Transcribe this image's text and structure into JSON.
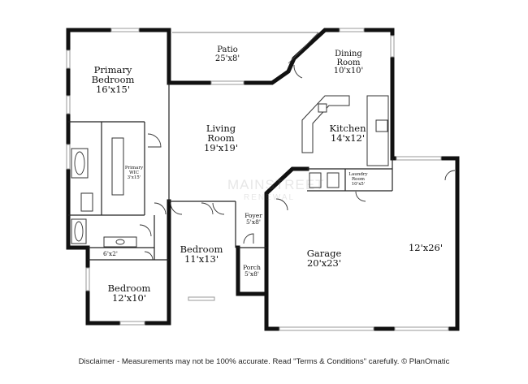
{
  "rooms": {
    "primary_bedroom": {
      "name": "Primary\nBedroom",
      "size": "16'x15'"
    },
    "patio": {
      "name": "Patio",
      "size": "25'x8'"
    },
    "dining_room": {
      "name": "Dining\nRoom",
      "size": "10'x10'"
    },
    "living_room": {
      "name": "Living\nRoom",
      "size": "19'x19'"
    },
    "kitchen": {
      "name": "Kitchen",
      "size": "14'x12'"
    },
    "primary_wic": {
      "name": "Primary\nWIC",
      "size": "3'x15'"
    },
    "laundry_room": {
      "name": "Laundry\nRoom",
      "size": "10'x5'"
    },
    "foyer": {
      "name": "Foyer",
      "size": "5'x8'"
    },
    "bedroom_1": {
      "name": "Bedroom",
      "size": "11'x13'"
    },
    "garage": {
      "name": "Garage",
      "size": "20'x23'"
    },
    "garage_extension": {
      "size": "12'x26'"
    },
    "bath_closet": {
      "size": "6'x2'"
    },
    "porch": {
      "name": "Porch",
      "size": "5'x8'"
    },
    "bedroom_2": {
      "name": "Bedroom",
      "size": "12'x10'"
    }
  },
  "watermark": {
    "line1": "MAINSTREET",
    "line2": "RENEWAL"
  },
  "disclaimer": "Disclaimer - Measurements may not be 100% accurate. Read \"Terms & Conditions\" carefully. © PlanOmatic"
}
